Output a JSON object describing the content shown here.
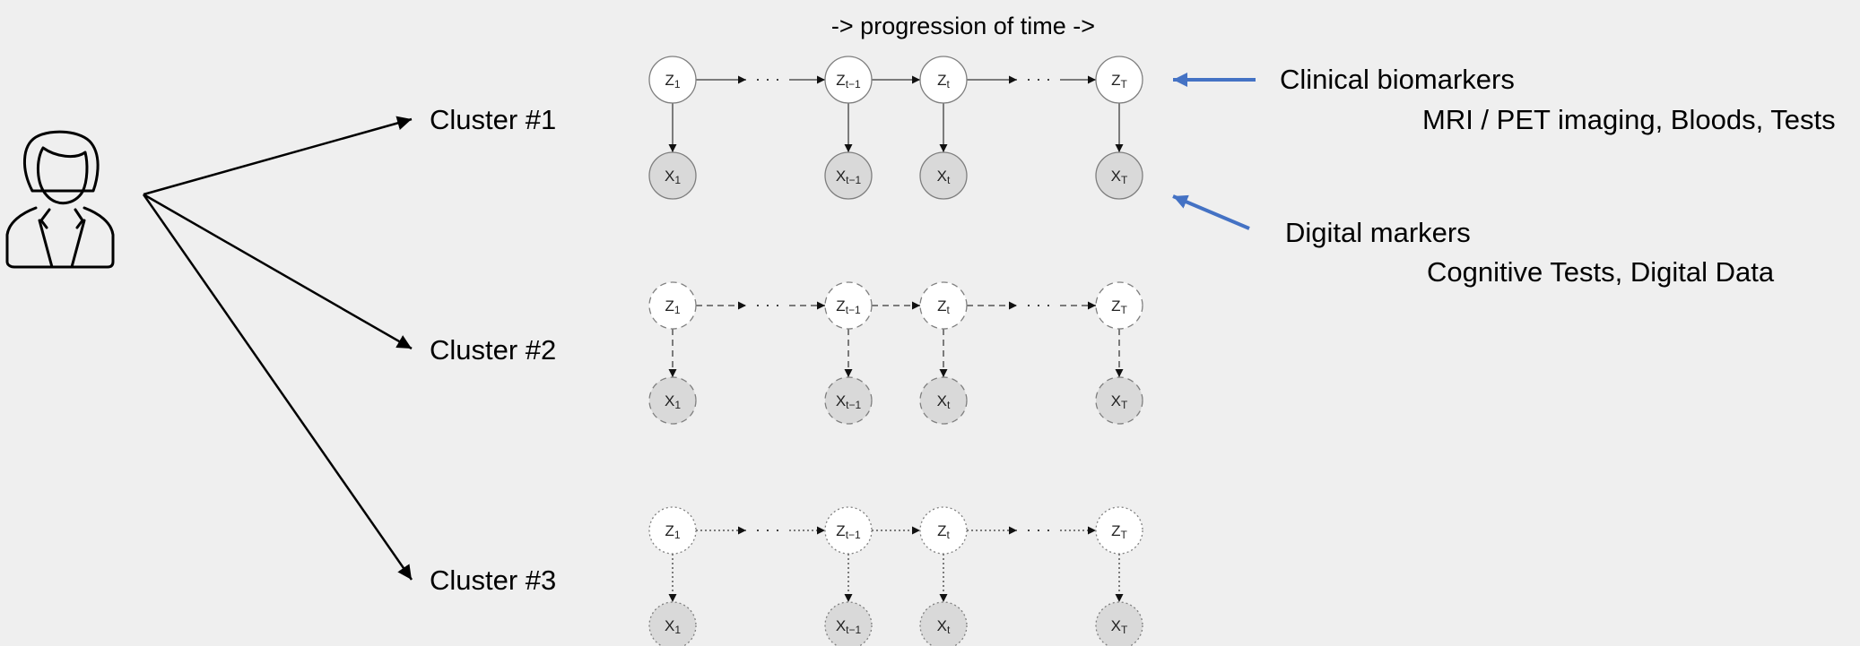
{
  "header": {
    "time_label": "-> progression of time ->"
  },
  "clusters": [
    {
      "label": "Cluster #1",
      "style": "solid"
    },
    {
      "label": "Cluster #2",
      "style": "dashed"
    },
    {
      "label": "Cluster #3",
      "style": "dotted"
    }
  ],
  "chain": {
    "latent": [
      {
        "base": "Z",
        "sub": "1"
      },
      {
        "base": "Z",
        "sub": "t−1"
      },
      {
        "base": "Z",
        "sub": "t"
      },
      {
        "base": "Z",
        "sub": "T"
      }
    ],
    "observed": [
      {
        "base": "X",
        "sub": "1"
      },
      {
        "base": "X",
        "sub": "t−1"
      },
      {
        "base": "X",
        "sub": "t"
      },
      {
        "base": "X",
        "sub": "T"
      }
    ],
    "ellipsis": "· · ·"
  },
  "annotations": {
    "clinical": {
      "title": "Clinical biomarkers",
      "detail": "MRI / PET imaging, Bloods, Tests"
    },
    "digital": {
      "title": "Digital markers",
      "detail": "Cognitive Tests, Digital Data"
    }
  },
  "colors": {
    "background": "#efefef",
    "latent_fill": "#ffffff",
    "observed_fill": "#d9d9d9",
    "node_stroke": "#7f7f7f",
    "annotation_arrow": "#4472c4"
  },
  "icons": {
    "person": "person-icon"
  }
}
